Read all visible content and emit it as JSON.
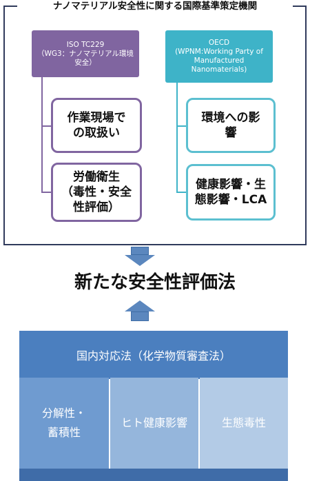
{
  "frame": {
    "title": "ナノマテリアル安全性に関する国際基準策定機関"
  },
  "left_column": {
    "header_line1": "ISO TC229",
    "header_line2": "（WG3：ナノマテリアル環境",
    "header_line3": "安全）",
    "child1_line1": "作業現場で",
    "child1_line2": "の取扱い",
    "child2_line1": "労働衛生",
    "child2_line2": "（毒性・安全",
    "child2_line3": "性評価）"
  },
  "right_column": {
    "header_line1": "OECD",
    "header_line2": "(WPNM:Working Party of",
    "header_line3": "Manufactured",
    "header_line4": "Nanomaterials)",
    "child1_line1": "環境への影",
    "child1_line2": "響",
    "child2_line1": "健康影響・生",
    "child2_line2": "態影響・LCA"
  },
  "center_title": "新たな安全性評価法",
  "bottom": {
    "bar_label": "国内対応法（化学物質審査法）",
    "cell1_line1": "分解性・",
    "cell1_line2": "蓄積性",
    "cell2_label": "ヒト健康影響",
    "cell3_label": "生態毒性"
  },
  "colors": {
    "frame": "#2f3a5b",
    "purple": "#8065a0",
    "teal": "#3eb3c8",
    "arrow": "#5b87be",
    "bar_blue": "#4b7fbf",
    "cell1": "#6f9bd0",
    "cell2": "#95b6dc",
    "cell3": "#b3cbe6"
  }
}
